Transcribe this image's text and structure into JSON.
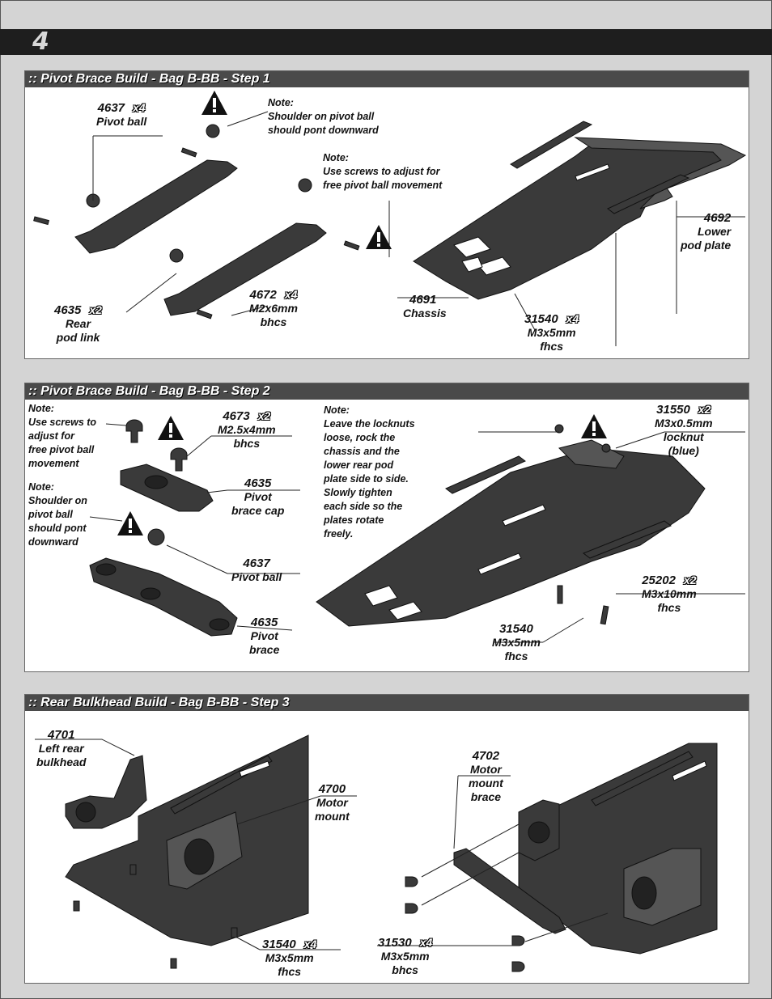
{
  "page_number": "4",
  "steps": [
    {
      "title": ":: Pivot Brace Build - Bag B-BB - Step 1",
      "parts": [
        {
          "num": "4637",
          "qty": "x4",
          "name": [
            "Pivot ball"
          ]
        },
        {
          "num": "4635",
          "qty": "x2",
          "name": [
            "Rear",
            "pod link"
          ]
        },
        {
          "num": "4672",
          "qty": "x4",
          "name": [
            "M2x6mm",
            "bhcs"
          ]
        },
        {
          "num": "4691",
          "qty": "",
          "name": [
            "Chassis"
          ]
        },
        {
          "num": "31540",
          "qty": "x4",
          "name": [
            "M3x5mm",
            "fhcs"
          ]
        },
        {
          "num": "4692",
          "qty": "",
          "name": [
            "Lower",
            "pod plate"
          ]
        }
      ],
      "notes": [
        [
          "Note:",
          "Shoulder on pivot ball",
          "should pont downward"
        ],
        [
          "Note:",
          "Use screws to adjust for",
          "free pivot ball movement"
        ]
      ]
    },
    {
      "title": ":: Pivot Brace Build - Bag B-BB - Step 2",
      "parts": [
        {
          "num": "4673",
          "qty": "x2",
          "name": [
            "M2.5x4mm",
            "bhcs"
          ]
        },
        {
          "num": "4635",
          "qty": "",
          "name": [
            "Pivot",
            "brace cap"
          ]
        },
        {
          "num": "4637",
          "qty": "",
          "name": [
            "Pivot ball"
          ]
        },
        {
          "num": "4635",
          "qty": "",
          "name": [
            "Pivot",
            "brace"
          ]
        },
        {
          "num": "31550",
          "qty": "x2",
          "name": [
            "M3x0.5mm",
            "locknut",
            "(blue)"
          ]
        },
        {
          "num": "25202",
          "qty": "x2",
          "name": [
            "M3x10mm",
            "fhcs"
          ]
        },
        {
          "num": "31540",
          "qty": "",
          "name": [
            "M3x5mm",
            "fhcs"
          ]
        }
      ],
      "notes": [
        [
          "Note:",
          "Use screws to",
          "adjust for",
          "free pivot ball",
          "movement"
        ],
        [
          "Note:",
          "Shoulder on",
          "pivot ball",
          "should pont",
          "downward"
        ],
        [
          "Note:",
          "Leave the locknuts",
          "loose, rock the",
          "chassis and the",
          "lower rear pod",
          "plate side to side.",
          "Slowly tighten",
          "each side so the",
          "plates rotate",
          "freely."
        ]
      ]
    },
    {
      "title": ":: Rear Bulkhead Build - Bag B-BB - Step 3",
      "parts": [
        {
          "num": "4701",
          "qty": "",
          "name": [
            "Left rear",
            "bulkhead"
          ]
        },
        {
          "num": "4700",
          "qty": "",
          "name": [
            "Motor",
            "mount"
          ]
        },
        {
          "num": "31540",
          "qty": "x4",
          "name": [
            "M3x5mm",
            "fhcs"
          ]
        },
        {
          "num": "4702",
          "qty": "",
          "name": [
            "Motor",
            "mount",
            "brace"
          ]
        },
        {
          "num": "31530",
          "qty": "x4",
          "name": [
            "M3x5mm",
            "bhcs"
          ]
        }
      ]
    }
  ],
  "colors": {
    "header_bar": "#1e1e1e",
    "panel_header": "#4a4a4a",
    "page_bg": "#d4d4d4",
    "panel_bg": "#ffffff",
    "part_dark": "#3a3a3a"
  },
  "icons": [
    "warning-triangle-icon",
    "screw-icon",
    "pivot-ball-icon"
  ]
}
